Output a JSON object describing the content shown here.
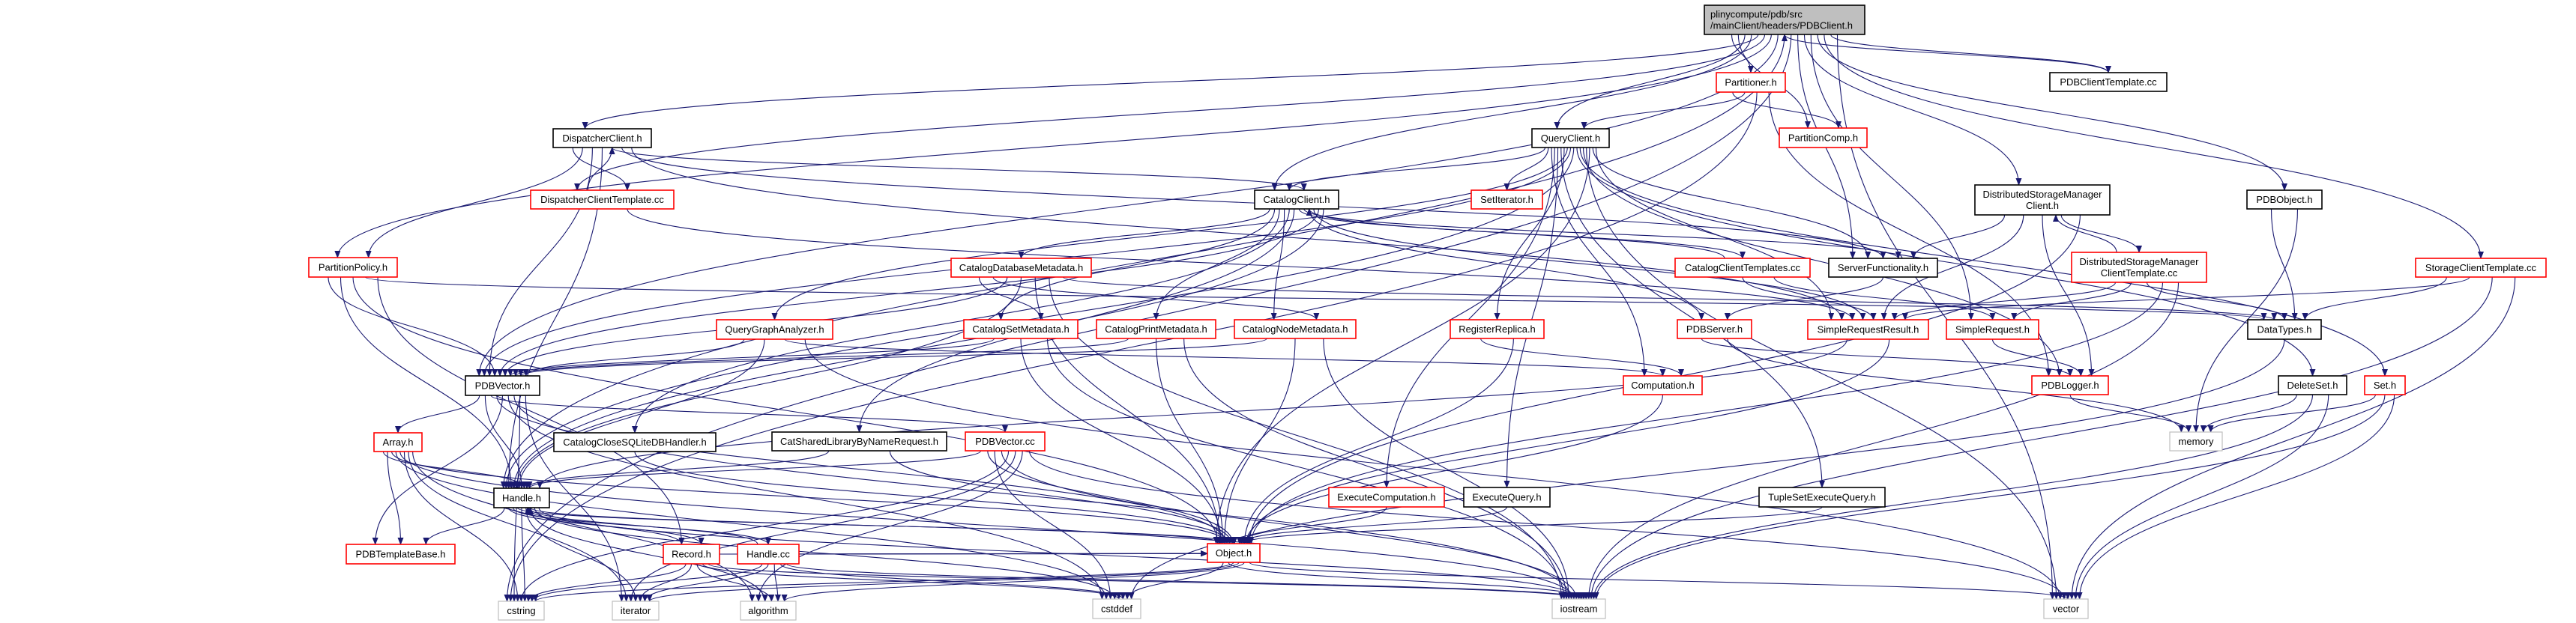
{
  "colors": {
    "edge": "#191970",
    "root_fill": "#bfbfbf",
    "documented_border": "#000000",
    "truncated_border": "#ff0000",
    "system_border": "#bfbfbf"
  },
  "nodes": [
    {
      "id": "root",
      "lines": [
        "plinycompute/pdb/src",
        "/mainClient/headers/PDBClient.h"
      ],
      "kind": "root"
    },
    {
      "id": "pdbclienttemplate",
      "lines": [
        "PDBClientTemplate.cc"
      ],
      "kind": "documented"
    },
    {
      "id": "partitioner",
      "lines": [
        "Partitioner.h"
      ],
      "kind": "truncated"
    },
    {
      "id": "partitioncomp",
      "lines": [
        "PartitionComp.h"
      ],
      "kind": "truncated"
    },
    {
      "id": "queryclient",
      "lines": [
        "QueryClient.h"
      ],
      "kind": "documented"
    },
    {
      "id": "dispatcherclient",
      "lines": [
        "DispatcherClient.h"
      ],
      "kind": "documented"
    },
    {
      "id": "dispatchertemplate",
      "lines": [
        "DispatcherClientTemplate.cc"
      ],
      "kind": "truncated"
    },
    {
      "id": "catalogclient",
      "lines": [
        "CatalogClient.h"
      ],
      "kind": "documented"
    },
    {
      "id": "setiterator",
      "lines": [
        "SetIterator.h"
      ],
      "kind": "truncated"
    },
    {
      "id": "dsmclient",
      "lines": [
        "DistributedStorageManager",
        "Client.h"
      ],
      "kind": "documented"
    },
    {
      "id": "pdbobject",
      "lines": [
        "PDBObject.h"
      ],
      "kind": "documented"
    },
    {
      "id": "partitionpolicy",
      "lines": [
        "PartitionPolicy.h"
      ],
      "kind": "truncated"
    },
    {
      "id": "catalogdbmeta",
      "lines": [
        "CatalogDatabaseMetadata.h"
      ],
      "kind": "truncated"
    },
    {
      "id": "catalogclienttemplates",
      "lines": [
        "CatalogClientTemplates.cc"
      ],
      "kind": "truncated"
    },
    {
      "id": "serverfunc",
      "lines": [
        "ServerFunctionality.h"
      ],
      "kind": "documented"
    },
    {
      "id": "dsmtemplate",
      "lines": [
        "DistributedStorageManager",
        "ClientTemplate.cc"
      ],
      "kind": "truncated"
    },
    {
      "id": "storageclienttemplate",
      "lines": [
        "StorageClientTemplate.cc"
      ],
      "kind": "truncated"
    },
    {
      "id": "querygraph",
      "lines": [
        "QueryGraphAnalyzer.h"
      ],
      "kind": "truncated"
    },
    {
      "id": "catalogset",
      "lines": [
        "CatalogSetMetadata.h"
      ],
      "kind": "truncated"
    },
    {
      "id": "catalogprint",
      "lines": [
        "CatalogPrintMetadata.h"
      ],
      "kind": "truncated"
    },
    {
      "id": "catalognode",
      "lines": [
        "CatalogNodeMetadata.h"
      ],
      "kind": "truncated"
    },
    {
      "id": "registerreplica",
      "lines": [
        "RegisterReplica.h"
      ],
      "kind": "truncated"
    },
    {
      "id": "pdbserver",
      "lines": [
        "PDBServer.h"
      ],
      "kind": "truncated"
    },
    {
      "id": "simplerequestresult",
      "lines": [
        "SimpleRequestResult.h"
      ],
      "kind": "truncated"
    },
    {
      "id": "simplerequest",
      "lines": [
        "SimpleRequest.h"
      ],
      "kind": "truncated"
    },
    {
      "id": "datatypes",
      "lines": [
        "DataTypes.h"
      ],
      "kind": "documented"
    },
    {
      "id": "pdbvector",
      "lines": [
        "PDBVector.h"
      ],
      "kind": "documented"
    },
    {
      "id": "computation",
      "lines": [
        "Computation.h"
      ],
      "kind": "truncated"
    },
    {
      "id": "pdblogger",
      "lines": [
        "PDBLogger.h"
      ],
      "kind": "truncated"
    },
    {
      "id": "deleteset",
      "lines": [
        "DeleteSet.h"
      ],
      "kind": "documented"
    },
    {
      "id": "set",
      "lines": [
        "Set.h"
      ],
      "kind": "truncated"
    },
    {
      "id": "array",
      "lines": [
        "Array.h"
      ],
      "kind": "truncated"
    },
    {
      "id": "closesqlite",
      "lines": [
        "CatalogCloseSQLiteDBHandler.h"
      ],
      "kind": "documented"
    },
    {
      "id": "catshared",
      "lines": [
        "CatSharedLibraryByNameRequest.h"
      ],
      "kind": "documented"
    },
    {
      "id": "pdbvectorcc",
      "lines": [
        "PDBVector.cc"
      ],
      "kind": "truncated"
    },
    {
      "id": "memory",
      "lines": [
        "memory"
      ],
      "kind": "system"
    },
    {
      "id": "handle",
      "lines": [
        "Handle.h"
      ],
      "kind": "documented"
    },
    {
      "id": "execcomp",
      "lines": [
        "ExecuteComputation.h"
      ],
      "kind": "truncated"
    },
    {
      "id": "execquery",
      "lines": [
        "ExecuteQuery.h"
      ],
      "kind": "documented"
    },
    {
      "id": "tupleset",
      "lines": [
        "TupleSetExecuteQuery.h"
      ],
      "kind": "documented"
    },
    {
      "id": "pdbtemplatebase",
      "lines": [
        "PDBTemplateBase.h"
      ],
      "kind": "truncated"
    },
    {
      "id": "record",
      "lines": [
        "Record.h"
      ],
      "kind": "truncated"
    },
    {
      "id": "handlecc",
      "lines": [
        "Handle.cc"
      ],
      "kind": "truncated"
    },
    {
      "id": "object",
      "lines": [
        "Object.h"
      ],
      "kind": "truncated"
    },
    {
      "id": "cstring",
      "lines": [
        "cstring"
      ],
      "kind": "system"
    },
    {
      "id": "iterator",
      "lines": [
        "iterator"
      ],
      "kind": "system"
    },
    {
      "id": "algorithm",
      "lines": [
        "algorithm"
      ],
      "kind": "system"
    },
    {
      "id": "cstddef",
      "lines": [
        "cstddef"
      ],
      "kind": "system"
    },
    {
      "id": "iostream",
      "lines": [
        "iostream"
      ],
      "kind": "system"
    },
    {
      "id": "vector",
      "lines": [
        "vector"
      ],
      "kind": "system"
    }
  ],
  "edges": [
    [
      "root",
      "partitioner"
    ],
    [
      "root",
      "partitioncomp"
    ],
    [
      "root",
      "queryclient"
    ],
    [
      "root",
      "catalogclient"
    ],
    [
      "root",
      "dispatcherclient"
    ],
    [
      "root",
      "dispatchertemplate"
    ],
    [
      "root",
      "partitionpolicy"
    ],
    [
      "root",
      "pdbvector"
    ],
    [
      "root",
      "handle"
    ],
    [
      "root",
      "cstring"
    ],
    [
      "root",
      "serverfunc"
    ],
    [
      "root",
      "dsmclient"
    ],
    [
      "root",
      "simplerequest"
    ],
    [
      "root",
      "pdbobject"
    ],
    [
      "root",
      "storageclienttemplate"
    ],
    [
      "root",
      "pdbclienttemplate"
    ],
    [
      "root",
      "vector"
    ],
    [
      "pdbclienttemplate",
      "root"
    ],
    [
      "partitioner",
      "partitioncomp"
    ],
    [
      "partitioner",
      "queryclient"
    ],
    [
      "partitioner",
      "cstring"
    ],
    [
      "partitioner",
      "pdblogger"
    ],
    [
      "queryclient",
      "catalogclient"
    ],
    [
      "queryclient",
      "setiterator"
    ],
    [
      "queryclient",
      "computation"
    ],
    [
      "queryclient",
      "execcomp"
    ],
    [
      "queryclient",
      "execquery"
    ],
    [
      "queryclient",
      "tupleset"
    ],
    [
      "queryclient",
      "registerreplica"
    ],
    [
      "queryclient",
      "querygraph"
    ],
    [
      "queryclient",
      "pdbvector"
    ],
    [
      "queryclient",
      "handle"
    ],
    [
      "queryclient",
      "deleteset"
    ],
    [
      "queryclient",
      "set"
    ],
    [
      "queryclient",
      "pdblogger"
    ],
    [
      "queryclient",
      "vector"
    ],
    [
      "queryclient",
      "object"
    ],
    [
      "queryclient",
      "serverfunc"
    ],
    [
      "queryclient",
      "simplerequestresult"
    ],
    [
      "dispatcherclient",
      "dispatchertemplate"
    ],
    [
      "dispatcherclient",
      "partitionpolicy"
    ],
    [
      "dispatcherclient",
      "pdbvector"
    ],
    [
      "dispatcherclient",
      "handle"
    ],
    [
      "dispatcherclient",
      "catalogclient"
    ],
    [
      "dispatcherclient",
      "serverfunc"
    ],
    [
      "dispatcherclient",
      "simplerequestresult"
    ],
    [
      "dispatchertemplate",
      "dispatcherclient"
    ],
    [
      "dispatchertemplate",
      "simplerequestresult"
    ],
    [
      "partitionpolicy",
      "pdbvector"
    ],
    [
      "partitionpolicy",
      "handle"
    ],
    [
      "partitionpolicy",
      "object"
    ],
    [
      "partitionpolicy",
      "datatypes"
    ],
    [
      "partitionpolicy",
      "record"
    ],
    [
      "catalogclient",
      "catalogdbmeta"
    ],
    [
      "catalogclient",
      "catalogset"
    ],
    [
      "catalogclient",
      "catalogprint"
    ],
    [
      "catalogclient",
      "catalognode"
    ],
    [
      "catalogclient",
      "closesqlite"
    ],
    [
      "catalogclient",
      "catshared"
    ],
    [
      "catalogclient",
      "catalogclienttemplates"
    ],
    [
      "catalogclient",
      "serverfunc"
    ],
    [
      "catalogclient",
      "pdbserver"
    ],
    [
      "catalogclient",
      "simplerequestresult"
    ],
    [
      "catalogclient",
      "pdbvector"
    ],
    [
      "catalogclient",
      "handle"
    ],
    [
      "catalogclienttemplates",
      "catalogclient"
    ],
    [
      "catalogclienttemplates",
      "simplerequestresult"
    ],
    [
      "catalogclienttemplates",
      "simplerequest"
    ],
    [
      "catalogdbmeta",
      "catalogset"
    ],
    [
      "catalogdbmeta",
      "catalognode"
    ],
    [
      "catalogdbmeta",
      "pdbvector"
    ],
    [
      "catalogdbmeta",
      "handle"
    ],
    [
      "catalogdbmeta",
      "object"
    ],
    [
      "catalogdbmeta",
      "iostream"
    ],
    [
      "catalogdbmeta",
      "datatypes"
    ],
    [
      "catalogset",
      "pdbvector"
    ],
    [
      "catalogset",
      "object"
    ],
    [
      "catalogset",
      "iostream"
    ],
    [
      "catalogprint",
      "pdbvector"
    ],
    [
      "catalogprint",
      "object"
    ],
    [
      "catalogprint",
      "iostream"
    ],
    [
      "catalognode",
      "pdbvector"
    ],
    [
      "catalognode",
      "object"
    ],
    [
      "catalognode",
      "iostream"
    ],
    [
      "querygraph",
      "pdbvector"
    ],
    [
      "querygraph",
      "handle"
    ],
    [
      "querygraph",
      "computation"
    ],
    [
      "querygraph",
      "vector"
    ],
    [
      "pdbvector",
      "array"
    ],
    [
      "pdbvector",
      "handle"
    ],
    [
      "pdbvector",
      "pdbvectorcc"
    ],
    [
      "pdbvector",
      "object"
    ],
    [
      "pdbvector",
      "pdbtemplatebase"
    ],
    [
      "pdbvector",
      "cstddef"
    ],
    [
      "pdbvector",
      "iostream"
    ],
    [
      "pdbvector",
      "cstring"
    ],
    [
      "pdbvector",
      "iterator"
    ],
    [
      "array",
      "handle"
    ],
    [
      "array",
      "pdbtemplatebase"
    ],
    [
      "array",
      "object"
    ],
    [
      "array",
      "cstddef"
    ],
    [
      "array",
      "iostream"
    ],
    [
      "array",
      "cstring"
    ],
    [
      "array",
      "iterator"
    ],
    [
      "array",
      "algorithm"
    ],
    [
      "closesqlite",
      "object"
    ],
    [
      "catshared",
      "handle"
    ],
    [
      "catshared",
      "object"
    ],
    [
      "pdbvectorcc",
      "handle"
    ],
    [
      "pdbvectorcc",
      "object"
    ],
    [
      "pdbvectorcc",
      "cstddef"
    ],
    [
      "pdbvectorcc",
      "iostream"
    ],
    [
      "pdbvectorcc",
      "cstring"
    ],
    [
      "pdbvectorcc",
      "iterator"
    ],
    [
      "pdbvectorcc",
      "algorithm"
    ],
    [
      "pdbvectorcc",
      "vector"
    ],
    [
      "handle",
      "pdbtemplatebase"
    ],
    [
      "handle",
      "record"
    ],
    [
      "handle",
      "handlecc"
    ],
    [
      "handle",
      "object"
    ],
    [
      "handle",
      "cstring"
    ],
    [
      "handle",
      "iterator"
    ],
    [
      "handle",
      "algorithm"
    ],
    [
      "handle",
      "cstddef"
    ],
    [
      "handle",
      "iostream"
    ],
    [
      "record",
      "handle"
    ],
    [
      "record",
      "object"
    ],
    [
      "record",
      "cstring"
    ],
    [
      "record",
      "iterator"
    ],
    [
      "record",
      "algorithm"
    ],
    [
      "record",
      "cstddef"
    ],
    [
      "record",
      "iostream"
    ],
    [
      "handlecc",
      "handle"
    ],
    [
      "handlecc",
      "object"
    ],
    [
      "handlecc",
      "cstring"
    ],
    [
      "handlecc",
      "iterator"
    ],
    [
      "handlecc",
      "algorithm"
    ],
    [
      "handlecc",
      "cstddef"
    ],
    [
      "handlecc",
      "iostream"
    ],
    [
      "object",
      "handle"
    ],
    [
      "object",
      "cstddef"
    ],
    [
      "object",
      "iostream"
    ],
    [
      "object",
      "cstring"
    ],
    [
      "object",
      "iterator"
    ],
    [
      "object",
      "algorithm"
    ],
    [
      "object",
      "vector"
    ],
    [
      "execcomp",
      "object"
    ],
    [
      "execquery",
      "object"
    ],
    [
      "tupleset",
      "object"
    ],
    [
      "registerreplica",
      "computation"
    ],
    [
      "registerreplica",
      "object"
    ],
    [
      "computation",
      "object"
    ],
    [
      "serverfunc",
      "pdbserver"
    ],
    [
      "pdbserver",
      "pdblogger"
    ],
    [
      "pdbserver",
      "memory"
    ],
    [
      "simplerequestresult",
      "handle"
    ],
    [
      "simplerequestresult",
      "object"
    ],
    [
      "simplerequest",
      "pdblogger"
    ],
    [
      "pdblogger",
      "memory"
    ],
    [
      "dsmclient",
      "serverfunc"
    ],
    [
      "dsmclient",
      "simplerequestresult"
    ],
    [
      "dsmclient",
      "pdblogger"
    ],
    [
      "dsmclient",
      "dsmtemplate"
    ],
    [
      "dsmclient",
      "object"
    ],
    [
      "dsmtemplate",
      "dsmclient"
    ],
    [
      "dsmtemplate",
      "simplerequestresult"
    ],
    [
      "dsmtemplate",
      "simplerequest"
    ],
    [
      "dsmtemplate",
      "datatypes"
    ],
    [
      "dsmtemplate",
      "object"
    ],
    [
      "dsmtemplate",
      "iostream"
    ],
    [
      "pdbobject",
      "datatypes"
    ],
    [
      "pdbobject",
      "memory"
    ],
    [
      "storageclienttemplate",
      "datatypes"
    ],
    [
      "storageclienttemplate",
      "simplerequestresult"
    ],
    [
      "storageclienttemplate",
      "iostream"
    ],
    [
      "storageclienttemplate",
      "vector"
    ],
    [
      "datatypes",
      "cstddef"
    ],
    [
      "deleteset",
      "memory"
    ],
    [
      "deleteset",
      "iostream"
    ],
    [
      "deleteset",
      "vector"
    ],
    [
      "set",
      "memory"
    ],
    [
      "set",
      "iostream"
    ],
    [
      "set",
      "vector"
    ]
  ]
}
